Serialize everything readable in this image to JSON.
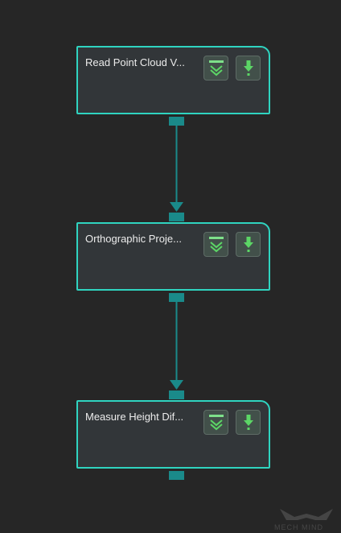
{
  "workspace": {
    "nodes": [
      {
        "title": "Read Point Cloud V...",
        "collapse_icon": "collapse-expand-icon",
        "debug_icon": "download-arrow-icon"
      },
      {
        "title": "Orthographic Proje...",
        "collapse_icon": "collapse-expand-icon",
        "debug_icon": "download-arrow-icon"
      },
      {
        "title": "Measure Height Dif...",
        "collapse_icon": "collapse-expand-icon",
        "debug_icon": "download-arrow-icon"
      }
    ]
  },
  "watermark": {
    "text": "MECH MIND"
  },
  "colors": {
    "background": "#262626",
    "node_fill": "#323639",
    "node_border": "#2fd4c0",
    "port": "#1a8a8a",
    "connector": "#1a8a8a",
    "icon_green": "#5cd666",
    "button_fill": "#42504a"
  }
}
